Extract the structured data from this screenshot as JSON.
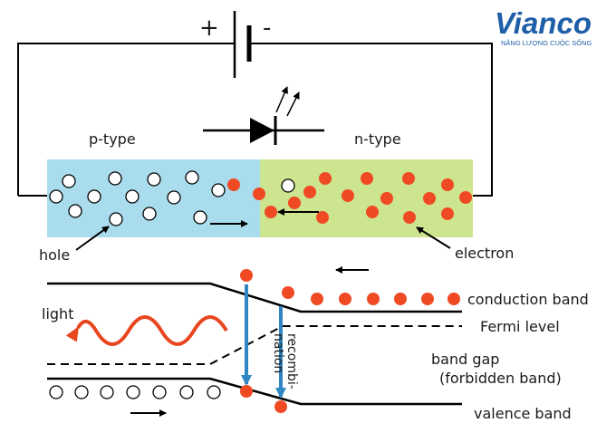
{
  "logo": {
    "name": "Vianco",
    "tagline": "NĂNG LƯỢNG CUỘC SỐNG",
    "color": "#1f5ea8"
  },
  "battery": {
    "plus": "+",
    "minus": "-"
  },
  "junction": {
    "p_label": "p-type",
    "n_label": "n-type",
    "p_color": "#a9dcec",
    "n_color": "#cde58e",
    "hole_label": "hole",
    "electron_label": "electron"
  },
  "bands": {
    "light_label": "light",
    "conduction_label": "conduction band",
    "fermi_label": "Fermi level",
    "band_gap_label": "band gap",
    "forbidden_label": "(forbidden band)",
    "valence_label": "valence band",
    "recombination_line1": "recombi-",
    "recombination_line2": "nation"
  },
  "colors": {
    "electron": "#f04a25",
    "wave": "#e8461f",
    "transition_arrow": "#2f86c3"
  }
}
